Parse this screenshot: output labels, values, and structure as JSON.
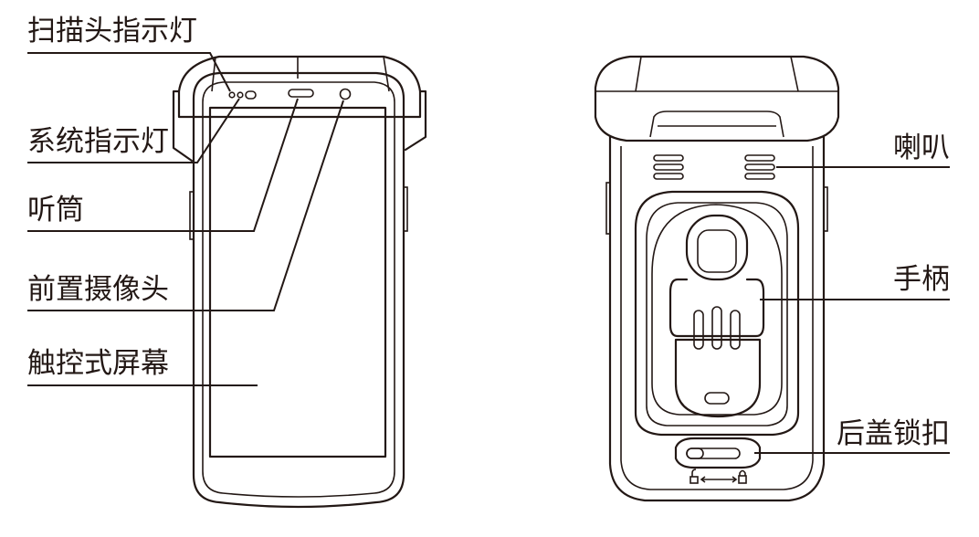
{
  "front_labels": {
    "scanner_indicator": "扫描头指示灯",
    "system_indicator": "系统指示灯",
    "earpiece": "听筒",
    "front_camera": "前置摄像头",
    "touchscreen": "触控式屏幕"
  },
  "back_labels": {
    "speaker": "喇叭",
    "handle": "手柄",
    "back_cover_latch": "后盖锁扣"
  },
  "colors": {
    "line": "#231815",
    "background": "#ffffff"
  },
  "icons": {
    "unlocked": "unlock-icon",
    "locked": "lock-icon",
    "slide": "double-arrow-icon"
  }
}
